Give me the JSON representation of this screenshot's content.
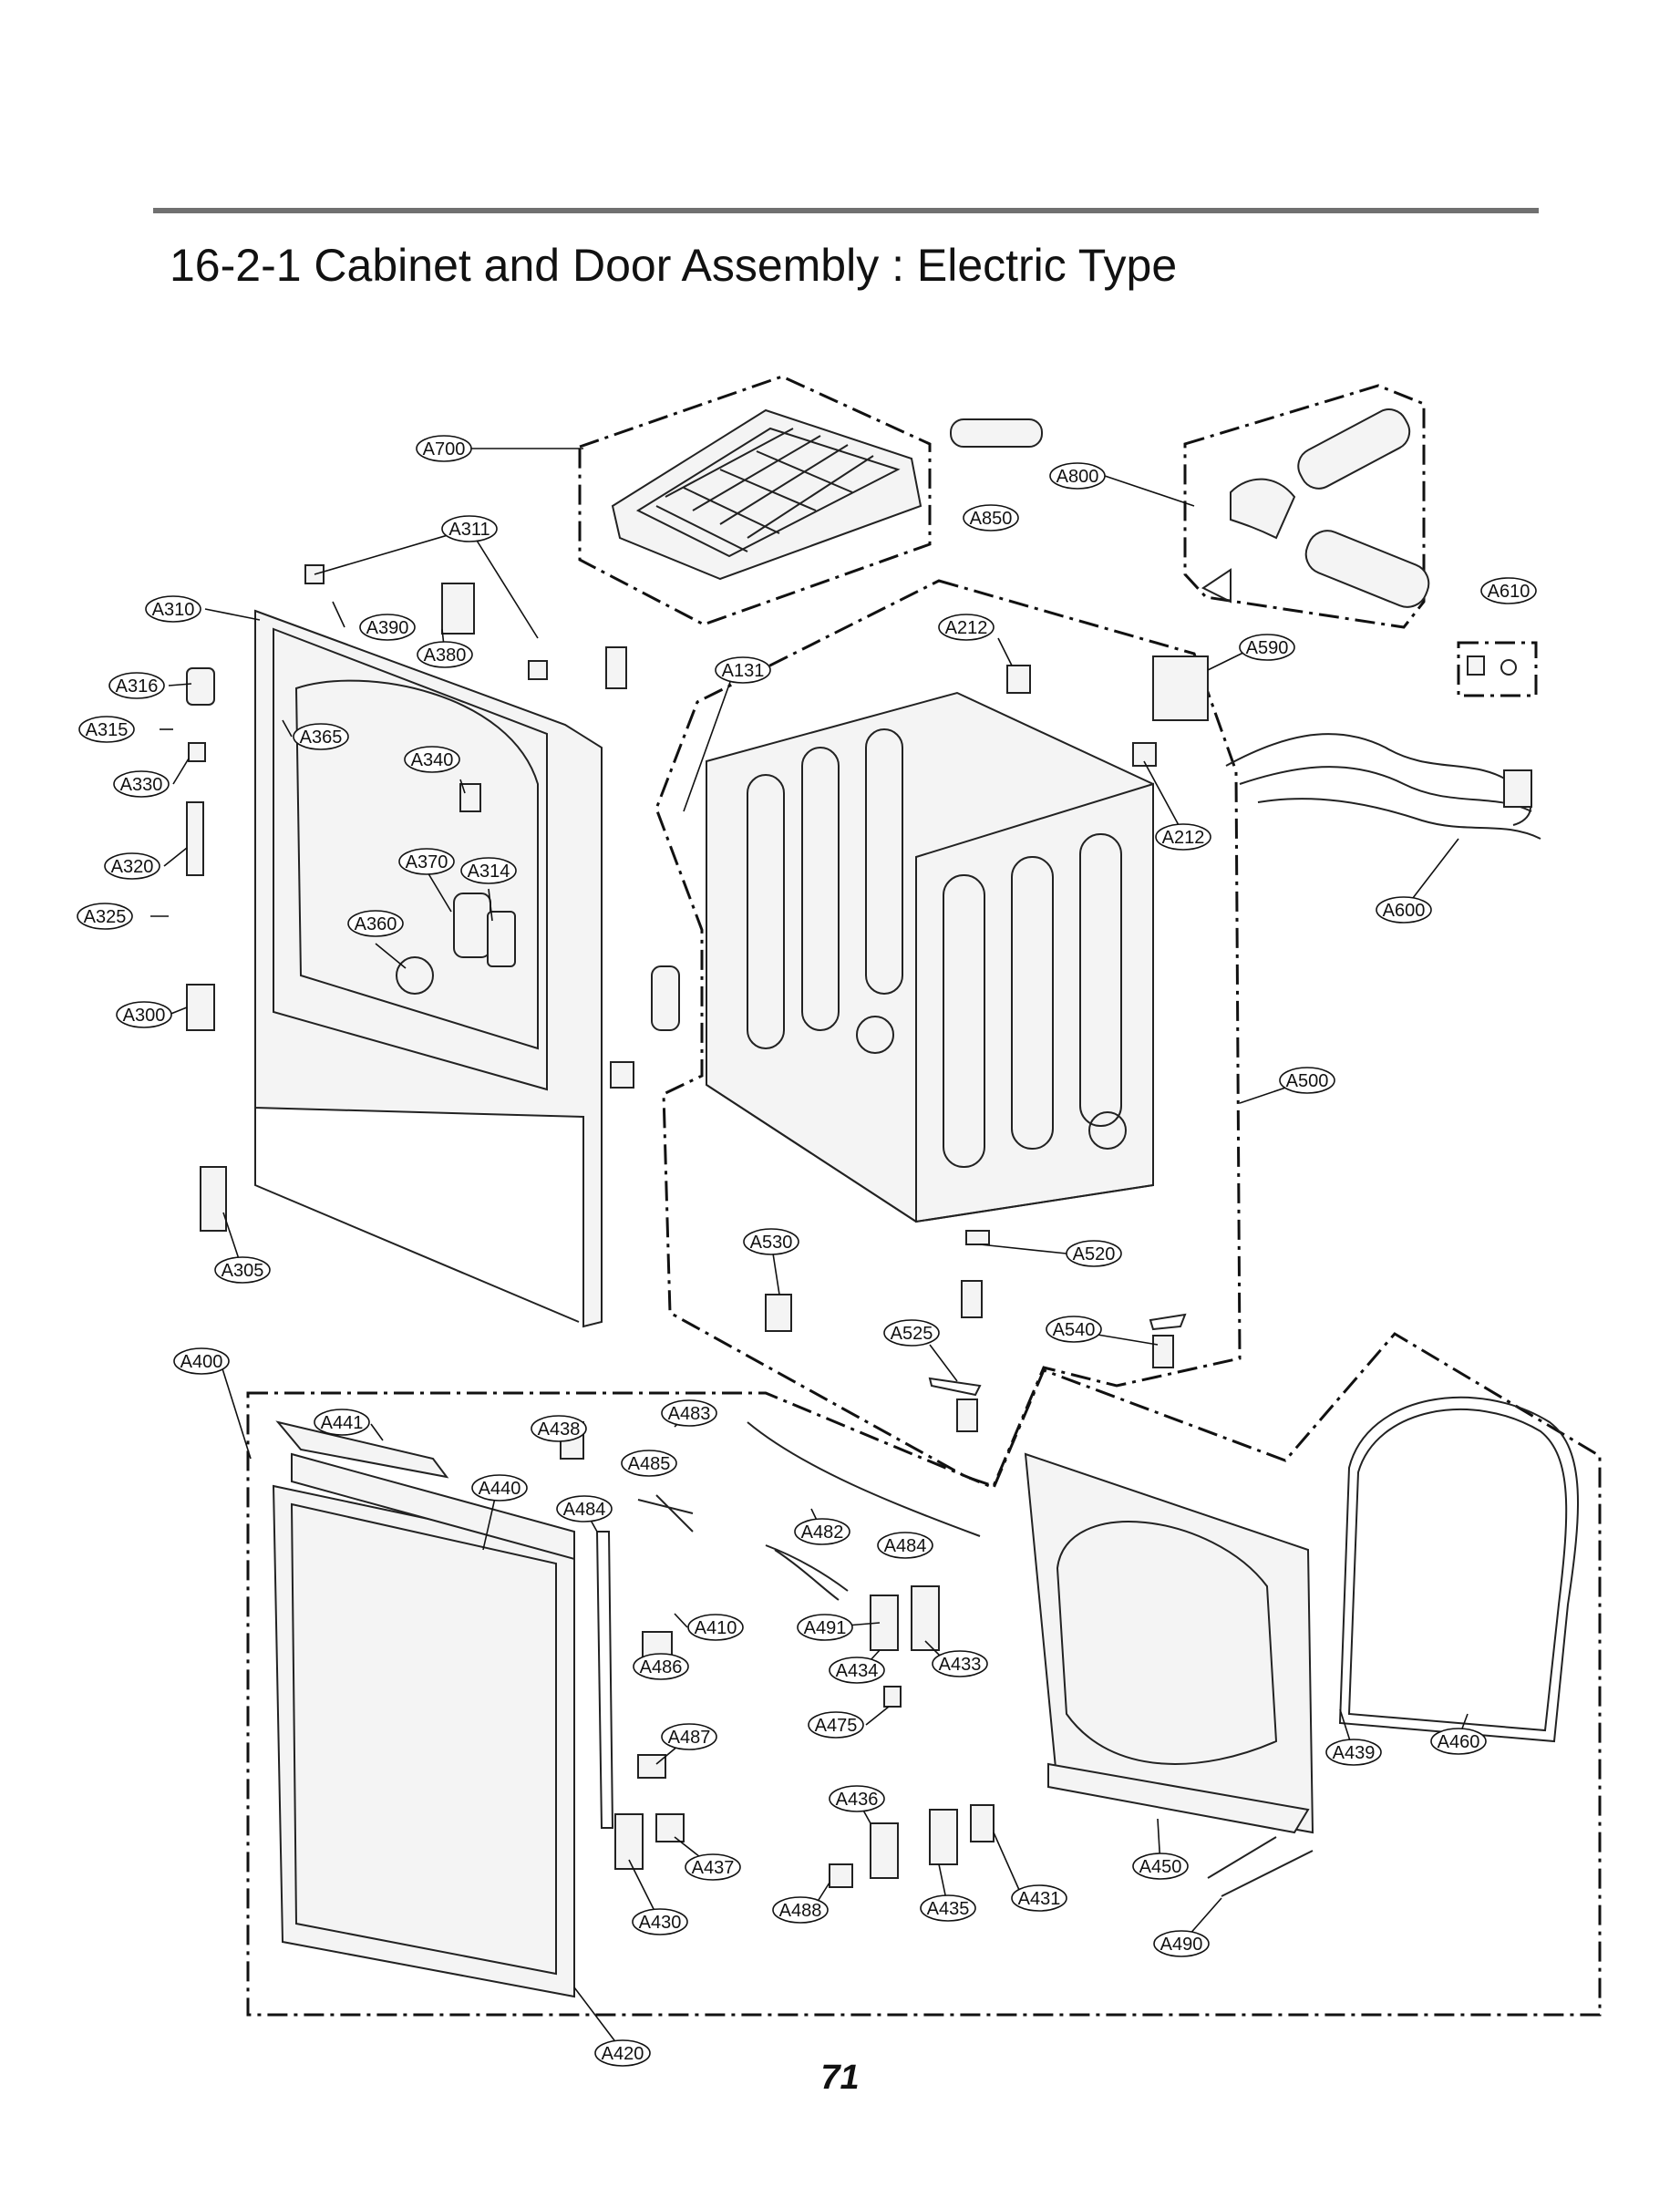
{
  "page": {
    "title": "16-2-1 Cabinet and Door Assembly : Electric Type",
    "page_number": "71"
  },
  "callouts": [
    {
      "id": "A700"
    },
    {
      "id": "A850"
    },
    {
      "id": "A800"
    },
    {
      "id": "A610"
    },
    {
      "id": "A311"
    },
    {
      "id": "A310"
    },
    {
      "id": "A390"
    },
    {
      "id": "A380"
    },
    {
      "id": "A316"
    },
    {
      "id": "A315"
    },
    {
      "id": "A365"
    },
    {
      "id": "A330"
    },
    {
      "id": "A340"
    },
    {
      "id": "A320"
    },
    {
      "id": "A370"
    },
    {
      "id": "A314"
    },
    {
      "id": "A325"
    },
    {
      "id": "A360"
    },
    {
      "id": "A300"
    },
    {
      "id": "A305"
    },
    {
      "id": "A212"
    },
    {
      "id": "A131"
    },
    {
      "id": "A590"
    },
    {
      "id": "A212"
    },
    {
      "id": "A600"
    },
    {
      "id": "A500"
    },
    {
      "id": "A530"
    },
    {
      "id": "A520"
    },
    {
      "id": "A525"
    },
    {
      "id": "A540"
    },
    {
      "id": "A400"
    },
    {
      "id": "A441"
    },
    {
      "id": "A438"
    },
    {
      "id": "A483"
    },
    {
      "id": "A485"
    },
    {
      "id": "A440"
    },
    {
      "id": "A484"
    },
    {
      "id": "A482"
    },
    {
      "id": "A484"
    },
    {
      "id": "A410"
    },
    {
      "id": "A491"
    },
    {
      "id": "A433"
    },
    {
      "id": "A486"
    },
    {
      "id": "A434"
    },
    {
      "id": "A475"
    },
    {
      "id": "A487"
    },
    {
      "id": "A439"
    },
    {
      "id": "A460"
    },
    {
      "id": "A436"
    },
    {
      "id": "A437"
    },
    {
      "id": "A431"
    },
    {
      "id": "A450"
    },
    {
      "id": "A430"
    },
    {
      "id": "A488"
    },
    {
      "id": "A435"
    },
    {
      "id": "A490"
    },
    {
      "id": "A420"
    }
  ]
}
